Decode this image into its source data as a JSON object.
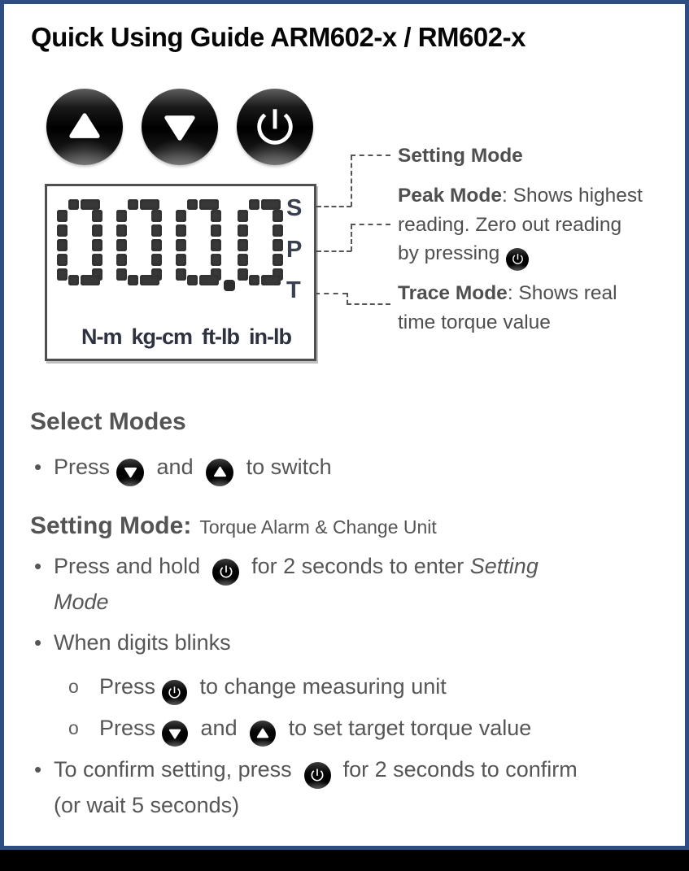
{
  "page": {
    "title": "Quick Using Guide ARM602-x / RM602-x"
  },
  "device": {
    "buttons": [
      "up",
      "down",
      "power"
    ],
    "lcd": {
      "value": "000.0",
      "indicators": [
        "S",
        "P",
        "T"
      ],
      "units": [
        "N-m",
        "kg-cm",
        "ft-lb",
        "in-lb"
      ]
    }
  },
  "annotations": {
    "setting_title": "Setting Mode",
    "peak": [
      {
        "text": "Peak Mode",
        "bold": true
      },
      {
        "text": ": Shows highest"
      },
      {
        "br": true
      },
      {
        "text": "reading. Zero out reading"
      },
      {
        "br": true
      },
      {
        "text": "by pressing"
      },
      {
        "icon": "power",
        "size": 28
      }
    ],
    "trace": [
      {
        "text": "Trace Mode",
        "bold": true
      },
      {
        "text": ": Shows real"
      },
      {
        "br": true
      },
      {
        "text": "time torque value"
      }
    ]
  },
  "select_modes": {
    "heading": "Select Modes",
    "bullet": {
      "marker": "•",
      "tokens": [
        {
          "text": "Press"
        },
        {
          "icon": "down",
          "size": 34
        },
        {
          "text": " and "
        },
        {
          "icon": "up",
          "size": 34
        },
        {
          "text": " to switch"
        }
      ]
    }
  },
  "setting_mode": {
    "heading": "Setting Mode:",
    "subheading": "Torque Alarm & Change Unit",
    "bullets": [
      {
        "marker": "•",
        "tokens": [
          {
            "text": "Press and hold"
          },
          {
            "icon": "power",
            "size": 33,
            "pad": "wide"
          },
          {
            "text": "for 2 seconds to enter "
          },
          {
            "text": "Setting",
            "italic": true
          },
          {
            "br": true
          },
          {
            "text": "Mode",
            "italic": true
          }
        ]
      },
      {
        "marker": "•",
        "tokens": [
          {
            "text": "When digits blinks"
          }
        ]
      },
      {
        "marker": "o",
        "tokens": [
          {
            "text": "Press"
          },
          {
            "icon": "power",
            "size": 31
          },
          {
            "text": " to change measuring unit"
          }
        ]
      },
      {
        "marker": "o",
        "tokens": [
          {
            "text": "Press"
          },
          {
            "icon": "down",
            "size": 32
          },
          {
            "text": " and "
          },
          {
            "icon": "up",
            "size": 32
          },
          {
            "text": "  to set target torque value"
          }
        ]
      },
      {
        "marker": "•",
        "tokens": [
          {
            "text": "To confirm setting, press"
          },
          {
            "icon": "power",
            "size": 33,
            "pad": "wide"
          },
          {
            "text": "for 2 seconds to confirm"
          },
          {
            "br": true
          },
          {
            "text": "(or wait 5 seconds)"
          }
        ]
      }
    ]
  }
}
